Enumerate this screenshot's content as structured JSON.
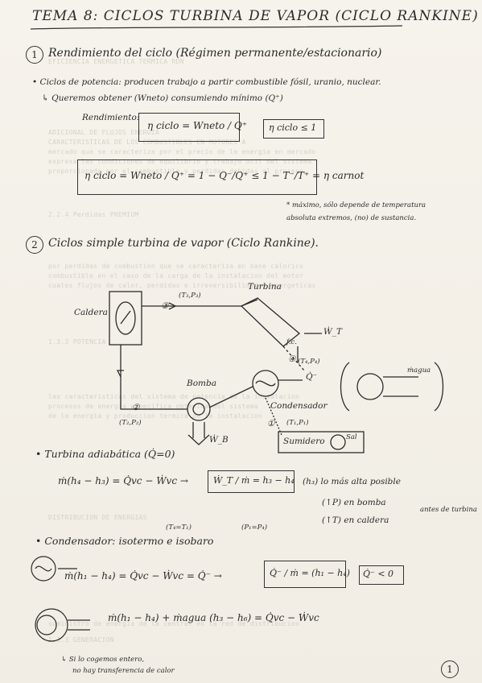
{
  "title": "TEMA 8: CICLOS TURBINA DE VAPOR (CICLO RANKINE)",
  "section1": {
    "num": "1",
    "heading": "Rendimiento del ciclo (Régimen permanente/estacionario)",
    "line1": "• Ciclos de potencia: producen trabajo a partir combustible fósil, uranio, nuclear.",
    "line2": "↳ Queremos obtener (Wneto) consumiendo mínimo (Q⁺)",
    "rend_label": "Rendimiento:",
    "eq1": "η ciclo = Wneto / Q⁺",
    "eq1_res": "η ciclo ≤ 1",
    "eq2": "η ciclo = Wneto / Q⁺ = 1 − Q⁻/Q⁺ ≤ 1 − T⁻/T⁺ = η carnot",
    "note1": "* máximo, sólo depende de temperatura",
    "note2": "absoluta extremos, (no) de sustancia."
  },
  "section2": {
    "num": "2",
    "heading": "Ciclos simple turbina de vapor (Ciclo Rankine).",
    "labels": {
      "caldera": "Caldera",
      "turbina": "Turbina",
      "bomba": "Bomba",
      "condensador": "Condensador",
      "wt": "Ẇ_T",
      "q_minus": "Q̇⁻",
      "wb": "Ẇ_B",
      "p1": "(T₁,P₁)",
      "p2": "(T₂,P₂)",
      "p3": "(T₃,P₃)",
      "p4": "(T₄,P₄)",
      "pt1": "①",
      "pt2": "②",
      "pt3": "③",
      "pt4": "④",
      "sumidero": "Sumidero",
      "sal": "Sal",
      "magua": "ṁagua",
      "fc": "f.c."
    },
    "turbina_line": "• Turbina adiabática (Q̇=0)",
    "turbina_eq": "ṁ(h₄ − h₃) = Q̇vc − Ẇvc →",
    "turbina_box": "Ẇ_T / ṁ = h₃ − h₄",
    "turbina_res": "(h₃) lo más alta posible",
    "turbina_opt1": "(↑P) en bomba",
    "turbina_opt2": "(↑T) en caldera",
    "turbina_brace": "antes de turbina",
    "cond_line": "• Condensador: isotermo e isobaro",
    "cond_t": "(T₄=T₁)",
    "cond_p": "(P₁=P₄)",
    "cond_eq": "ṁ(h₁ − h₄) = Q̇vc − Ẇvc = Q̇⁻ →",
    "cond_box": "Q̇⁻ / ṁ = (h₁ − h₄)",
    "cond_res": "Q̇⁻ < 0",
    "cond_eq2": "ṁ(h₁ − h₄) + ṁagua (h₃ − h₆) = Q̇vc − Ẇvc",
    "footnote1": "↳ Si lo cogemos entero,",
    "footnote2": "no hay transferencia de calor",
    "page_number": "1"
  },
  "ghost_lines": [
    "EFICIENCIA ENERGETICA  TERMICA              RDN",
    "ADICIONAL DE FLUJOS ENERGIA",
    "CARACTERISTICAS DE LOS COMBUSTIBLES EN MOTORES A",
    "mercado que se caracteriza por el precio de la energia en mercado",
    "expresa las condiciones de equilibrio y trabajo util del sistema",
    "proporcionada por el combustible y perdidas debidas al proceso",
    "     2.2.4  Perdidas PREMIUM",
    "por perdidas de combustion que se caracteriza en base calorico",
    "combustible en el caso de la carga de la instalacion del motor",
    "cuales flujos de calor, perdidas e irreversibilidades energeticas",
    "     1.3.3  POTENCIA",
    "las caracteristicas del sistema de potencia de la instalacion",
    "procesos de energia especifica obtenida del sistema",
    "de la energia y produccion termica de la instalacion",
    "DISTRIBUCION DE ENERGIAS",
    "suministro de energia de la central en la red de distribucion",
    "     1.3.3  GENERACION"
  ]
}
